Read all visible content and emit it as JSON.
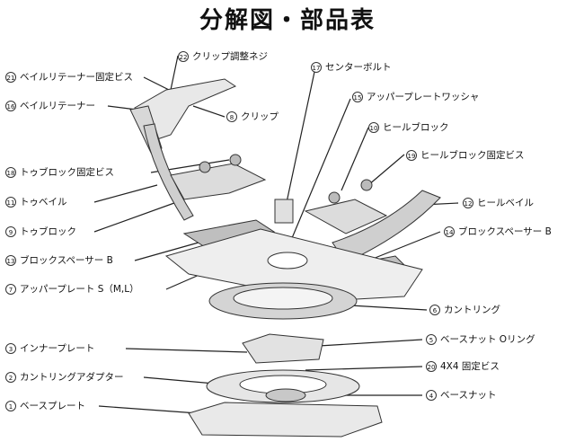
{
  "title": "分解図・部品表",
  "parts": [
    {
      "id": "p22",
      "num": "22",
      "name": "クリップ調整ネジ"
    },
    {
      "id": "p21",
      "num": "21",
      "name": "ベイルリテーナー固定ビス"
    },
    {
      "id": "p16",
      "num": "16",
      "name": "ベイルリテーナー"
    },
    {
      "id": "p8",
      "num": "8",
      "name": "クリップ"
    },
    {
      "id": "p17",
      "num": "17",
      "name": "センターボルト"
    },
    {
      "id": "p15",
      "num": "15",
      "name": "アッパープレートワッシャ"
    },
    {
      "id": "p10",
      "num": "10",
      "name": "ヒールブロック"
    },
    {
      "id": "p19",
      "num": "19",
      "name": "ヒールブロック固定ビス"
    },
    {
      "id": "p18",
      "num": "18",
      "name": "トゥブロック固定ビス"
    },
    {
      "id": "p11",
      "num": "11",
      "name": "トゥベイル"
    },
    {
      "id": "p12",
      "num": "12",
      "name": "ヒールベイル"
    },
    {
      "id": "p9",
      "num": "9",
      "name": "トゥブロック"
    },
    {
      "id": "p14",
      "num": "14",
      "name": "ブロックスペーサー B"
    },
    {
      "id": "p13",
      "num": "13",
      "name": "ブロックスペーサー B"
    },
    {
      "id": "p7",
      "num": "7",
      "name": "アッパープレート S（M,L）"
    },
    {
      "id": "p6",
      "num": "6",
      "name": "カントリング"
    },
    {
      "id": "p3",
      "num": "3",
      "name": "インナープレート"
    },
    {
      "id": "p5",
      "num": "5",
      "name": "ベースナット Oリング"
    },
    {
      "id": "p2",
      "num": "2",
      "name": "カントリングアダプター"
    },
    {
      "id": "p20",
      "num": "20",
      "name": "4X4 固定ビス"
    },
    {
      "id": "p4",
      "num": "4",
      "name": "ベースナット"
    },
    {
      "id": "p1",
      "num": "1",
      "name": "ベースプレート"
    }
  ]
}
